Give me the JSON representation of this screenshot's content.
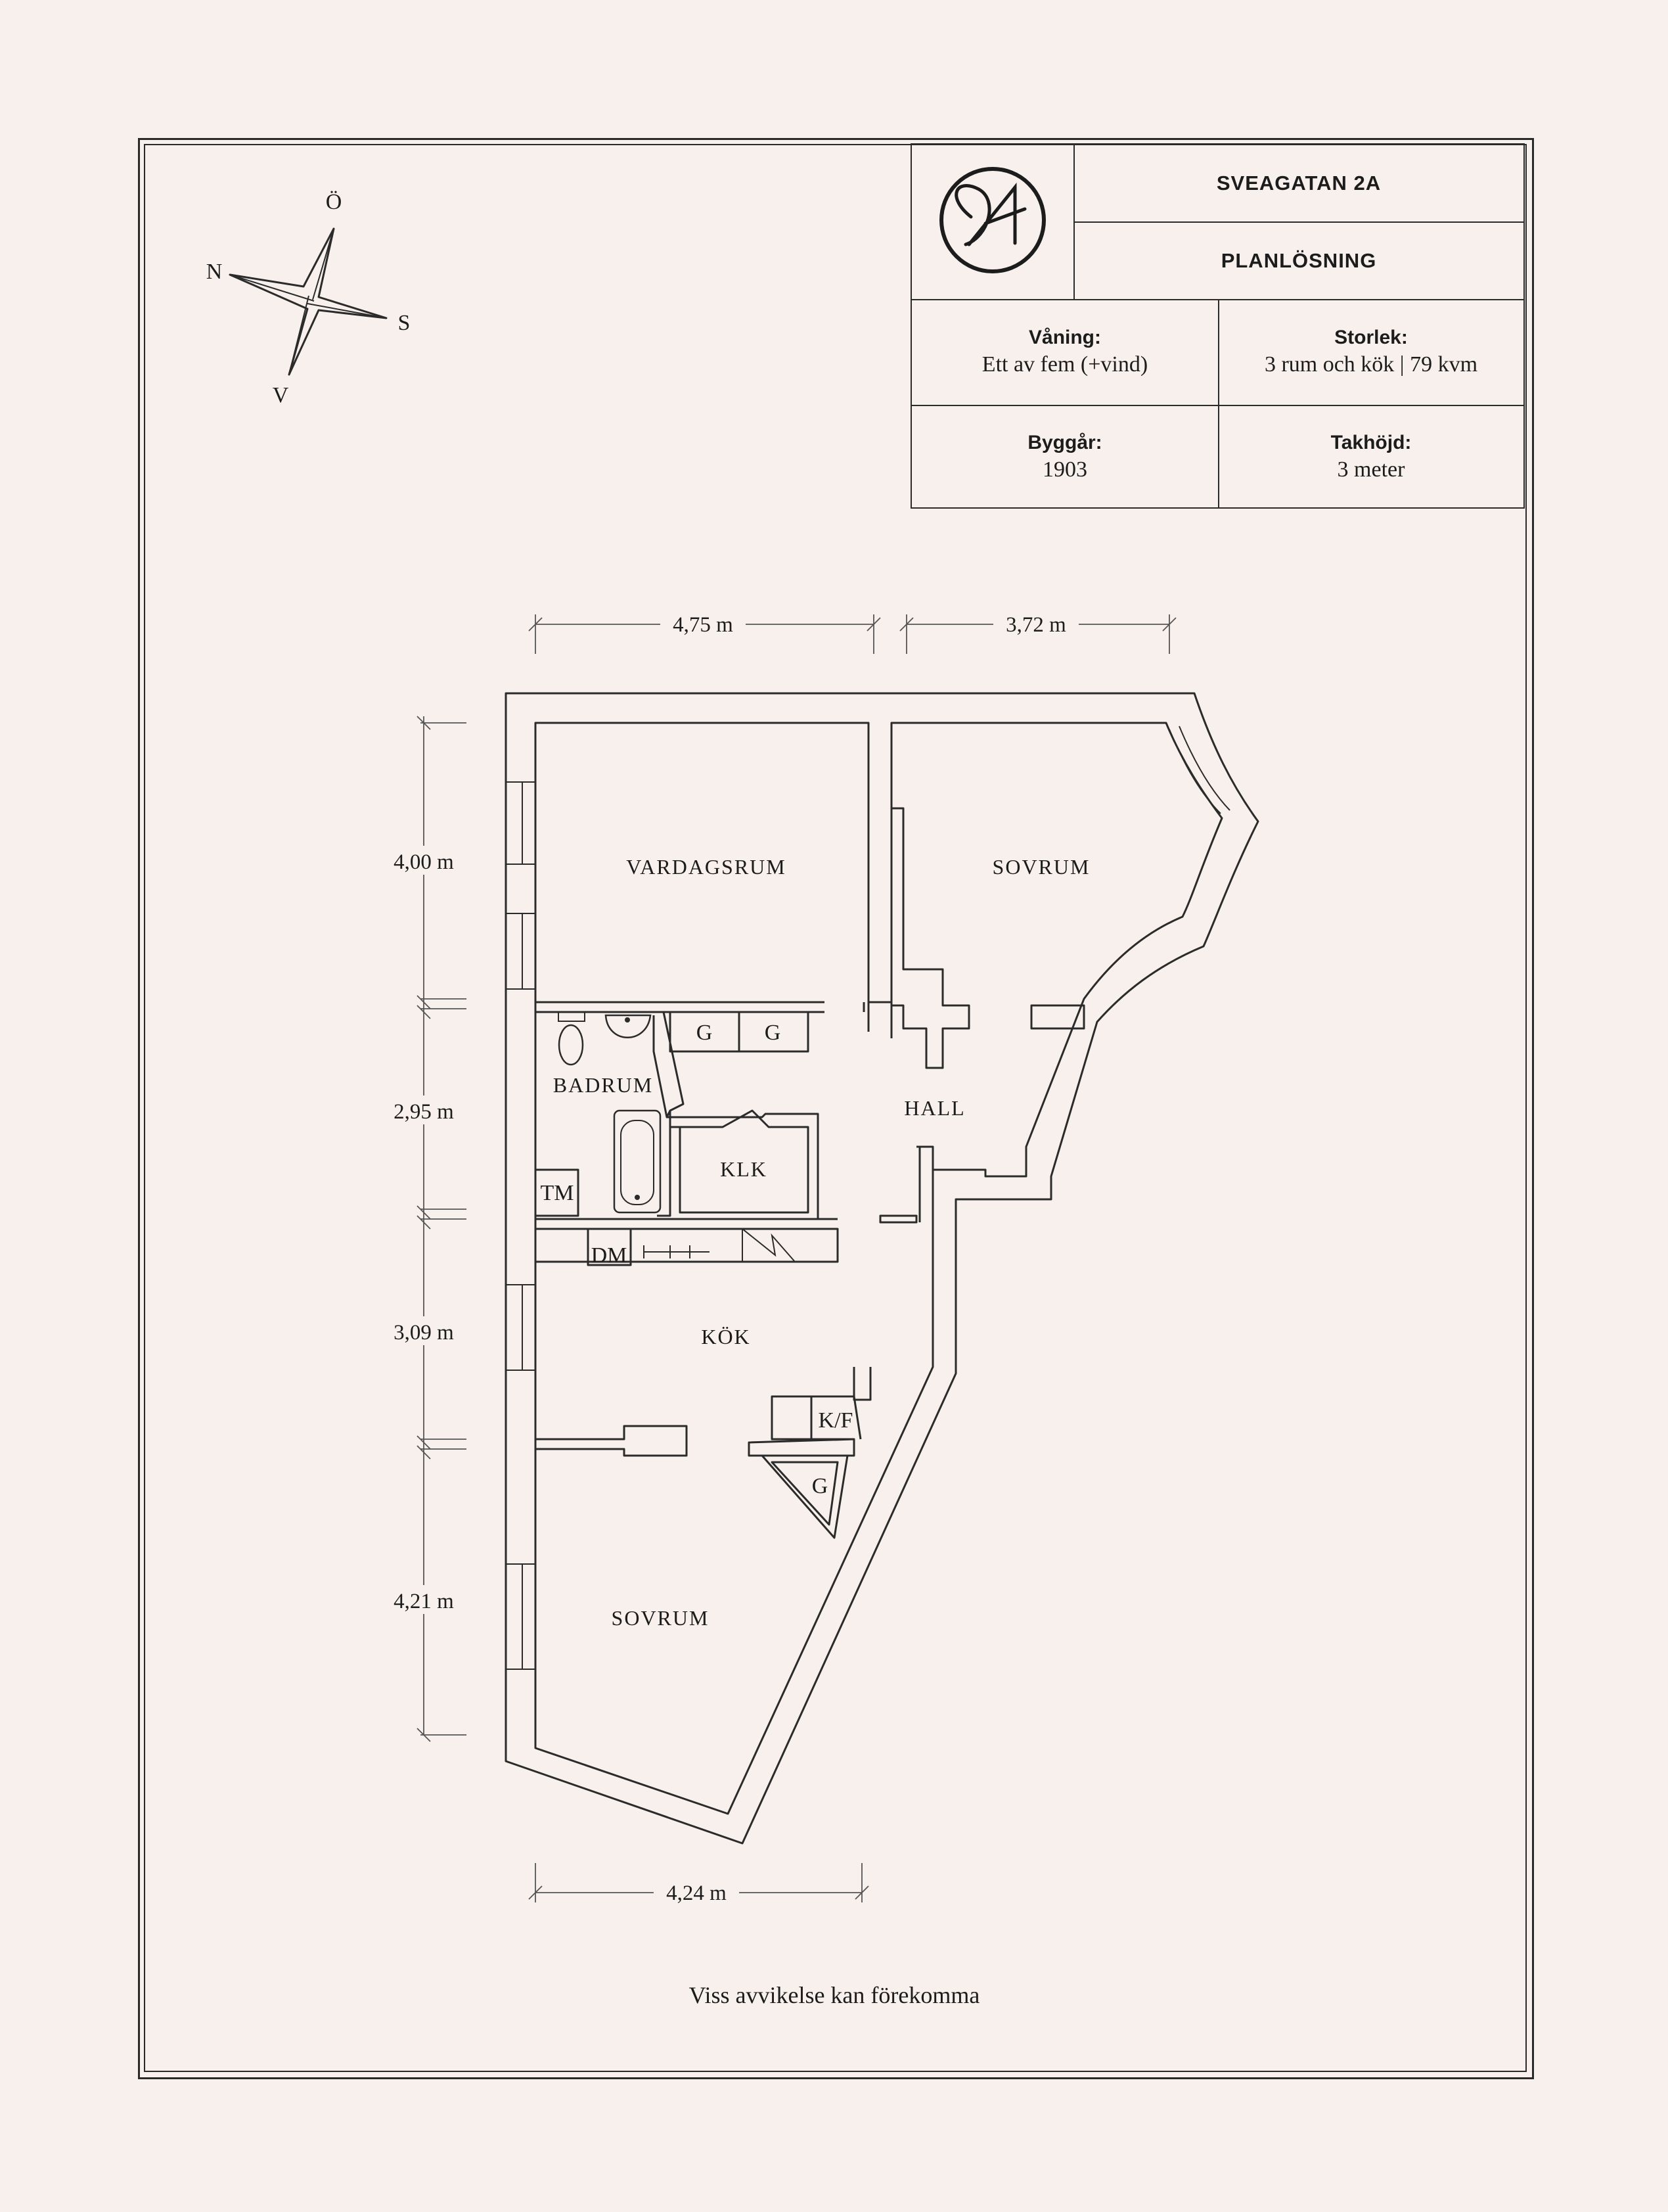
{
  "title_block": {
    "address": "SVEAGATAN 2A",
    "document": "PLANLÖSNING",
    "floor_label": "Våning:",
    "floor_value": "Ett av fem (+vind)",
    "size_label": "Storlek:",
    "size_value": "3 rum och kök | 79 kvm",
    "year_label": "Byggår:",
    "year_value": "1903",
    "ceiling_label": "Takhöjd:",
    "ceiling_value": "3 meter"
  },
  "compass": {
    "n": "N",
    "e": "Ö",
    "s": "S",
    "w": "V"
  },
  "rooms": {
    "living": "VARDAGSRUM",
    "bedroom_top": "SOVRUM",
    "bathroom": "BADRUM",
    "closet": "KLK",
    "hall": "HALL",
    "kitchen": "KÖK",
    "bedroom_bottom": "SOVRUM"
  },
  "fixtures": {
    "wardrobe_1": "G",
    "wardrobe_2": "G",
    "wardrobe_3": "G",
    "washer": "TM",
    "dishwasher": "DM",
    "fridge_freezer": "K/F"
  },
  "dimensions": {
    "top_left": "4,75 m",
    "top_right": "3,72 m",
    "left_1": "4,00 m",
    "left_2": "2,95 m",
    "left_3": "3,09 m",
    "left_4": "4,21 m",
    "bottom": "4,24 m"
  },
  "footer_note": "Viss avvikelse kan förekomma"
}
